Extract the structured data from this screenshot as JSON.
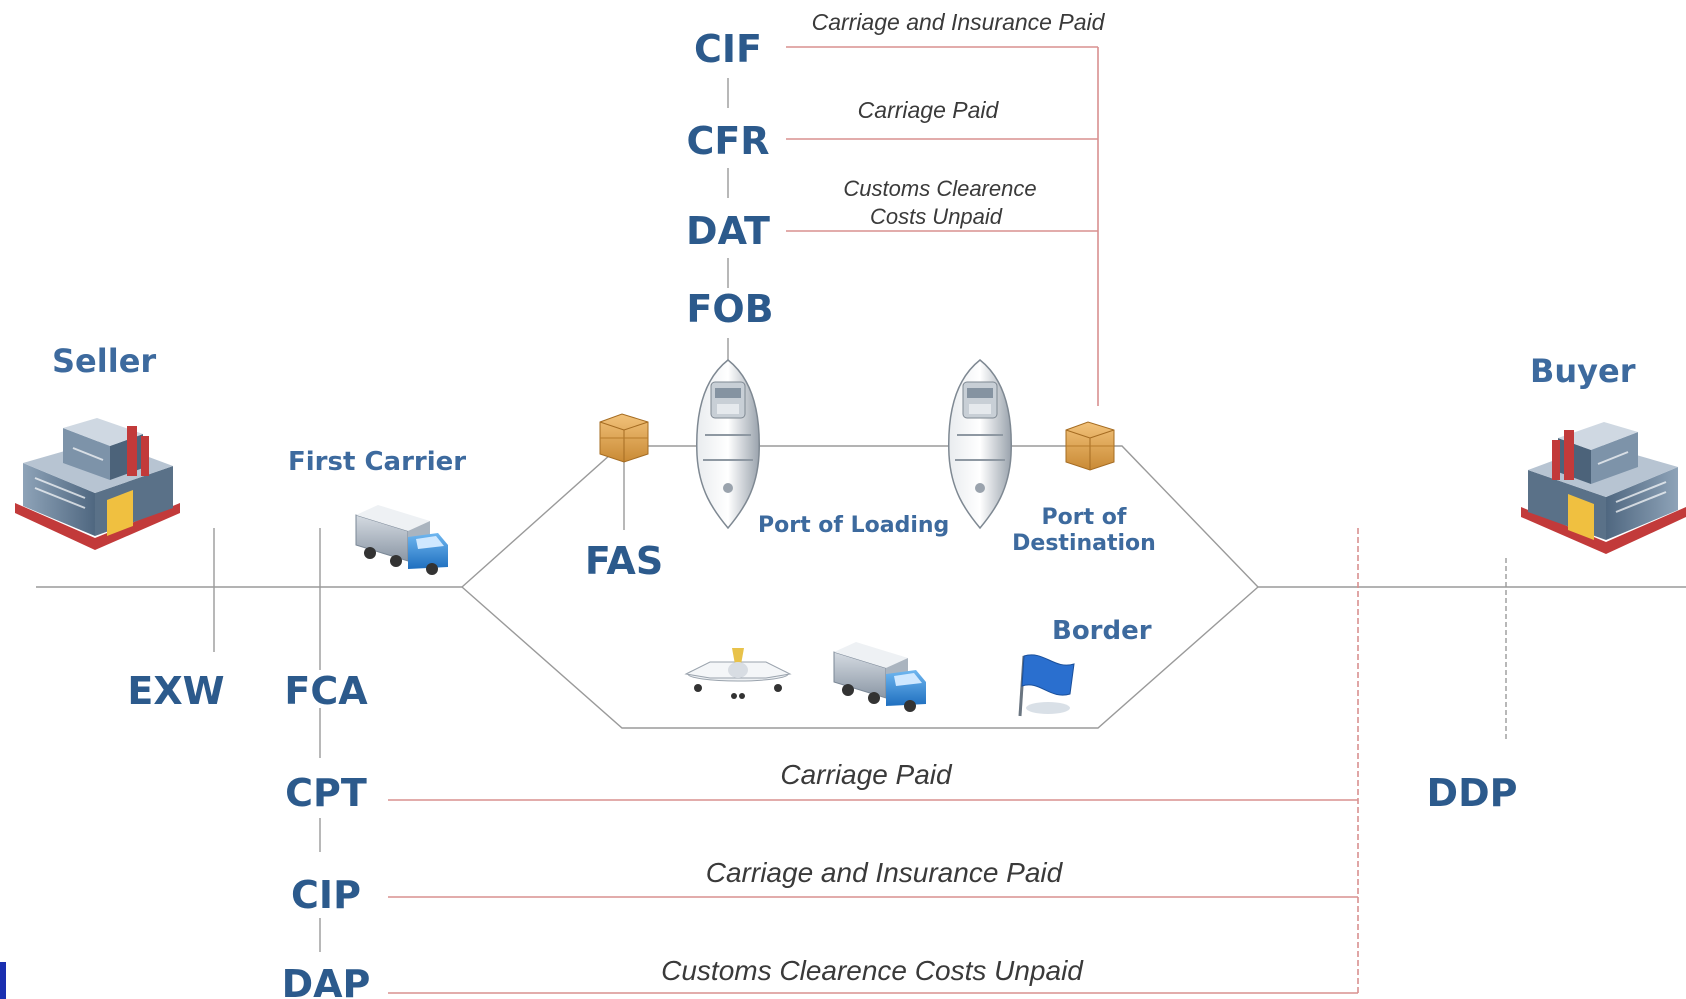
{
  "parties": {
    "seller": "Seller",
    "buyer": "Buyer"
  },
  "places": {
    "first_carrier": "First Carrier",
    "port_of_loading": "Port of Loading",
    "port_of_destination_line1": "Port of",
    "port_of_destination_line2": "Destination",
    "border": "Border"
  },
  "terms": {
    "exw": "EXW",
    "fca": "FCA",
    "cpt": "CPT",
    "cip": "CIP",
    "dap": "DAP",
    "ddp": "DDP",
    "fas": "FAS",
    "fob": "FOB",
    "dat": "DAT",
    "cfr": "CFR",
    "cif": "CIF"
  },
  "sea_notes": {
    "cif": "Carriage and Insurance Paid",
    "cfr": "Carriage Paid",
    "dat_line1": "Customs Clearence",
    "dat_line2": "Costs Unpaid"
  },
  "land_notes": {
    "cpt": "Carriage Paid",
    "cip": "Carriage and Insurance Paid",
    "dap": "Customs Clearence Costs Unpaid"
  },
  "icons": [
    "factory-icon",
    "truck-icon",
    "cargo-box-icon",
    "ship-icon",
    "airplane-icon",
    "border-flag-icon"
  ],
  "colors": {
    "term_text": "#2c5a8c",
    "connector": "#d9908f",
    "route": "#9a9a9a"
  }
}
